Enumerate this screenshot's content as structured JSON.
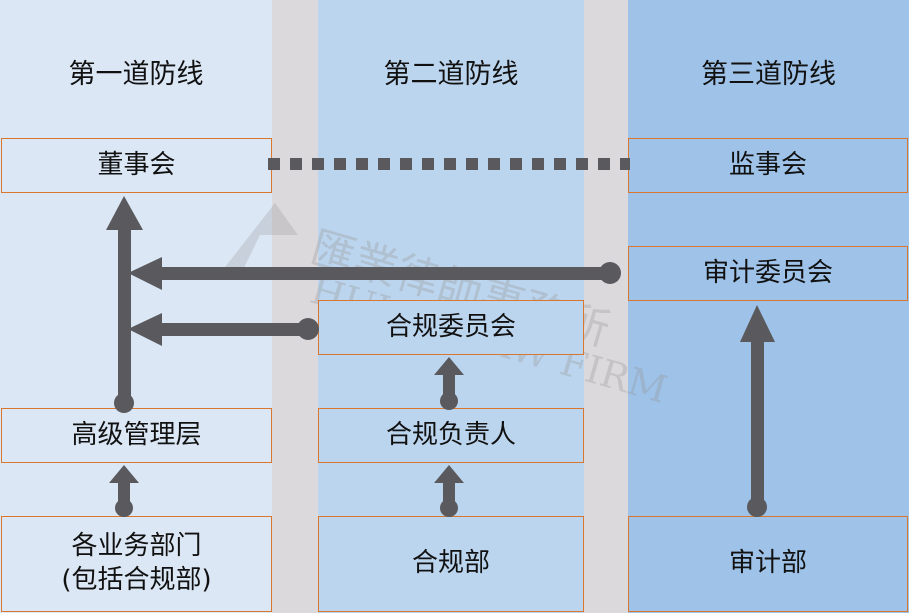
{
  "columns": [
    {
      "title": "第一道防线"
    },
    {
      "title": "第二道防线"
    },
    {
      "title": "第三道防线"
    }
  ],
  "boxes": {
    "board": "董事会",
    "supervisory_board": "监事会",
    "audit_committee": "审计委员会",
    "compliance_committee": "合规委员会",
    "senior_management": "高级管理层",
    "compliance_officer": "合规负责人",
    "business_departments_line1": "各业务部门",
    "business_departments_line2": "(包括合规部)",
    "compliance_department": "合规部",
    "audit_department": "审计部"
  },
  "watermark": {
    "cn": "匯業律師事務所",
    "en": "HUI YE LAW FIRM"
  },
  "colors": {
    "line1_bg": "#dbe7f5",
    "line2_bg": "#bcd5ee",
    "line3_bg": "#9ec2e8",
    "gap_bg": "#dcd9dc",
    "box_border": "#d9772e",
    "arrow": "#5a5a5e"
  }
}
